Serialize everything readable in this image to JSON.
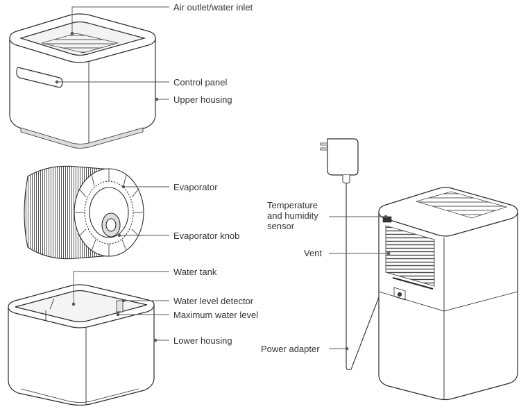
{
  "diagram": {
    "labels": {
      "air_outlet": "Air outlet/water inlet",
      "control_panel": "Control panel",
      "upper_housing": "Upper housing",
      "evaporator": "Evaporator",
      "evaporator_knob": "Evaporator knob",
      "water_tank": "Water tank",
      "water_level_detector": "Water level detector",
      "maximum_water_level": "Maximum water level",
      "lower_housing": "Lower housing",
      "temperature_sensor": [
        "Temperature",
        "and humidity",
        "sensor"
      ],
      "vent": "Vent",
      "power_adapter": "Power adapter"
    },
    "colors": {
      "line": "#2b2b2b",
      "leader": "#555555",
      "fill": "#ffffff",
      "shade": "#e9e9e9",
      "text": "#333333"
    }
  }
}
